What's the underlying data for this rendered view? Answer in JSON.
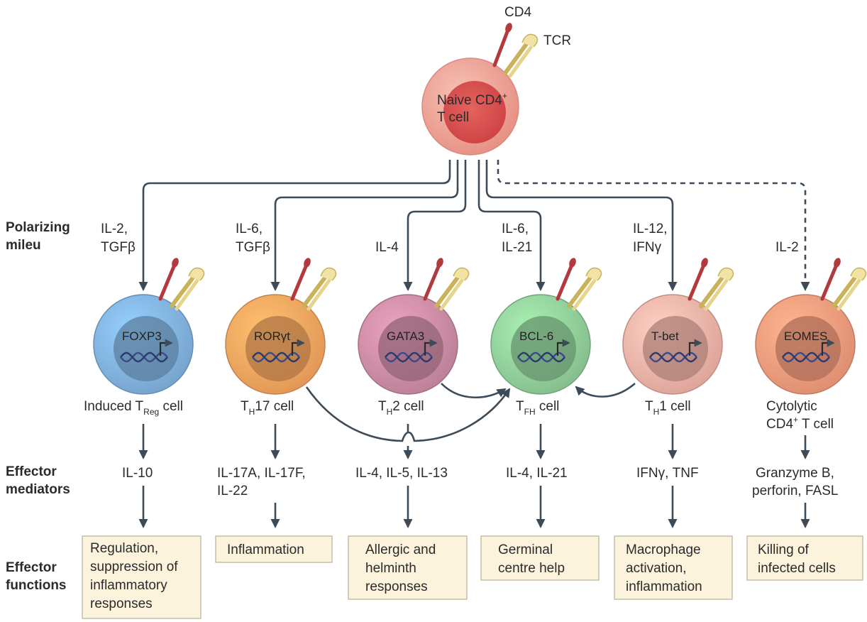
{
  "top_cell": {
    "label_line1": "Naive CD4",
    "label_sup": "+",
    "label_line2": "T cell",
    "receptor_cd4": "CD4",
    "receptor_tcr": "TCR"
  },
  "row_labels": {
    "polarizing": [
      "Polarizing",
      "mileu"
    ],
    "mediators": [
      "Effector",
      "mediators"
    ],
    "functions": [
      "Effector",
      "functions"
    ]
  },
  "lineages": [
    {
      "polarizing": [
        "IL-2,",
        "TGFβ"
      ],
      "tf": "FOXP3",
      "cell_main": "Induced T",
      "cell_sub": "Reg",
      "cell_tail": " cell",
      "mediators": [
        "IL-10"
      ],
      "functions": [
        "Regulation,",
        "suppression of",
        "inflammatory",
        "responses"
      ],
      "color": "#7fb0dd"
    },
    {
      "polarizing": [
        "IL-6,",
        "TGFβ"
      ],
      "tf": "RORγt",
      "cell_main": "T",
      "cell_sub": "H",
      "cell_tail": "17 cell",
      "mediators": [
        "IL-17A, IL-17F,",
        "IL-22"
      ],
      "functions": [
        "Inflammation"
      ],
      "color": "#f3a35e"
    },
    {
      "polarizing": [
        "IL-4"
      ],
      "tf": "GATA3",
      "cell_main": "T",
      "cell_sub": "H",
      "cell_tail": "2 cell",
      "mediators": [
        "IL-4, IL-5, IL-13"
      ],
      "functions": [
        "Allergic and",
        "helminth",
        "responses"
      ],
      "color": "#c98aa3"
    },
    {
      "polarizing": [
        "IL-6,",
        "IL-21"
      ],
      "tf": "BCL-6",
      "cell_main": "T",
      "cell_sub": "FH",
      "cell_tail": " cell",
      "mediators": [
        "IL-4, IL-21"
      ],
      "functions": [
        "Germinal",
        "centre help"
      ],
      "color": "#8fcc98"
    },
    {
      "polarizing": [
        "IL-12,",
        "IFNγ"
      ],
      "tf": "T-bet",
      "cell_main": "T",
      "cell_sub": "H",
      "cell_tail": "1 cell",
      "mediators": [
        "IFNγ, TNF"
      ],
      "functions": [
        "Macrophage",
        "activation,",
        "inflammation"
      ],
      "color": "#efb0a5"
    },
    {
      "polarizing": [
        "IL-2"
      ],
      "tf": "EOMES",
      "cell_main": "Cytolytic",
      "cell_line2": "CD4",
      "cell_line2_sup": "+",
      "cell_line2_tail": " T cell",
      "mediators": [
        "Granzyme B,",
        "perforin, FASL"
      ],
      "functions": [
        "Killing of",
        "infected cells"
      ],
      "color": "#f0997a"
    }
  ]
}
